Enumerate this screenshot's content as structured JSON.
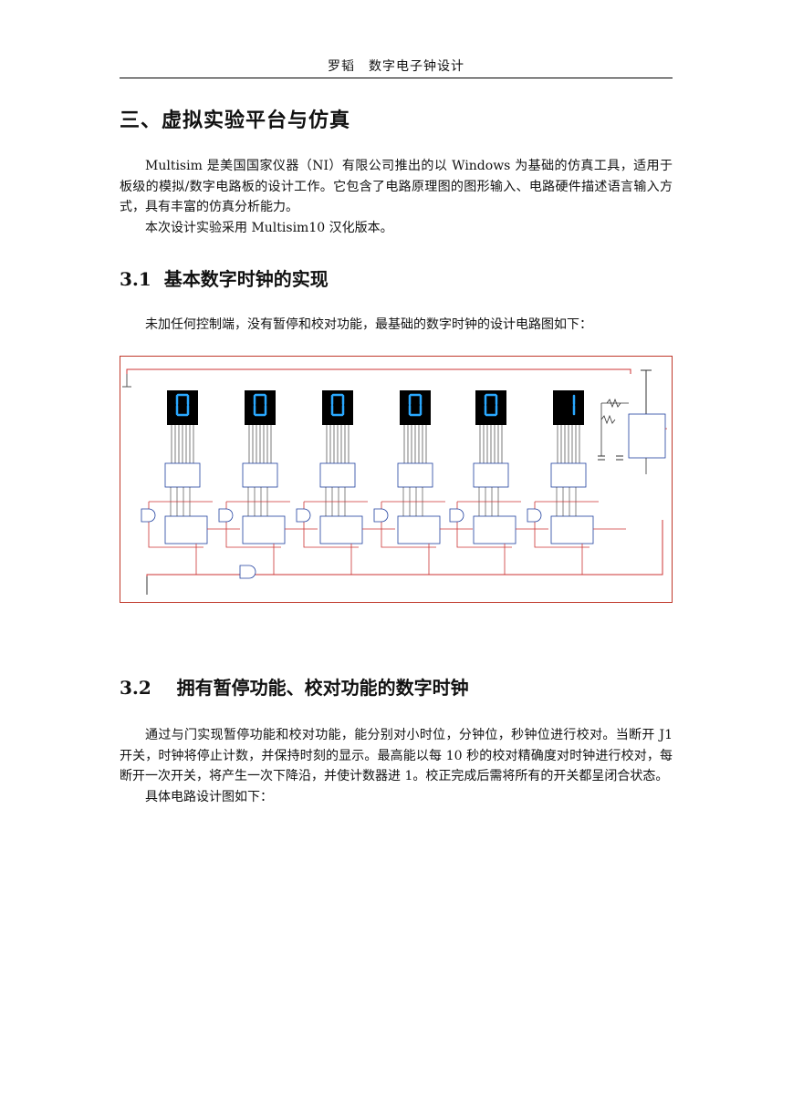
{
  "header": {
    "title": "罗韬　数字电子钟设计"
  },
  "section3": {
    "title": "三、虚拟实验平台与仿真",
    "para1": "Multisim 是美国国家仪器（NI）有限公司推出的以 Windows 为基础的仿真工具，适用于板级的模拟/数字电路板的设计工作。它包含了电路原理图的图形输入、电路硬件描述语言输入方式，具有丰富的仿真分析能力。",
    "para2": "本次设计实验采用 Multisim10 汉化版本。"
  },
  "section3_1": {
    "number": "3.1",
    "title": "基本数字时钟的实现",
    "para": "未加任何控制端，没有暂停和校对功能，最基础的数字时钟的设计电路图如下："
  },
  "figure": {
    "digits": [
      "0",
      "0",
      "0",
      "0",
      "0",
      "1"
    ],
    "colors": {
      "border": "#c0392b",
      "wire": "#cc3333",
      "display_bg": "#000000",
      "segment": "#2aa8ff",
      "gate": "#1f3f9f"
    }
  },
  "section3_2": {
    "number": "3.2",
    "title": "拥有暂停功能、校对功能的数字时钟",
    "para1": "通过与门实现暂停功能和校对功能，能分别对小时位，分钟位，秒钟位进行校对。当断开 J1 开关，时钟将停止计数，并保持时刻的显示。最高能以每 10 秒的校对精确度对时钟进行校对，每断开一次开关，将产生一次下降沿，并使计数器进 1。校正完成后需将所有的开关都呈闭合状态。",
    "para2": "具体电路设计图如下："
  }
}
